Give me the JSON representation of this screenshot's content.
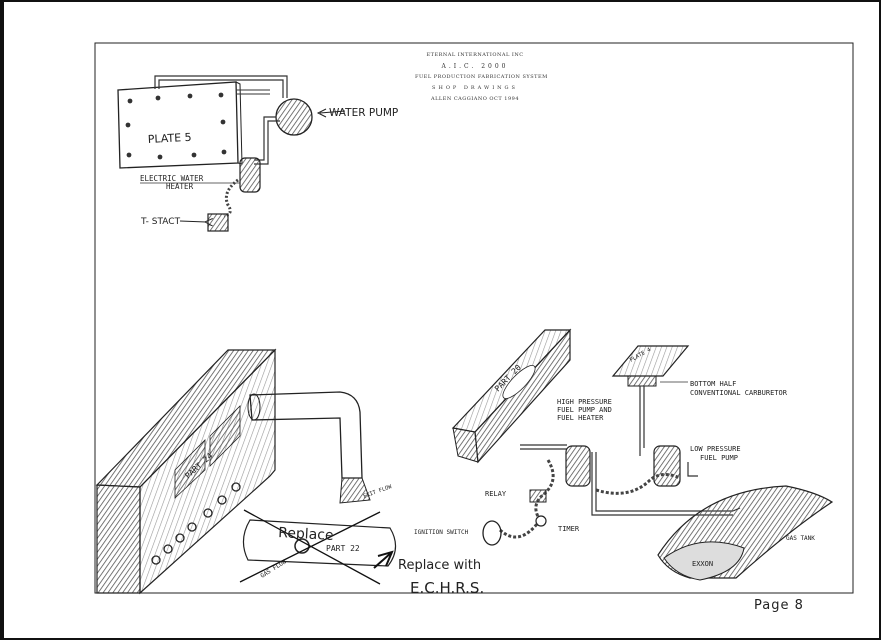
{
  "title_block": {
    "line1": "ETERNAL INTERNATIONAL INC",
    "line2": "A.I.C. 2000",
    "line3": "FUEL PRODUCTION FABRICATION SYSTEM",
    "line4": "SHOP DRAWINGS",
    "line5": "ALLEN CAGGIANO OCT 1994"
  },
  "labels": {
    "water_pump": "WATER PUMP",
    "plate5": "PLATE 5",
    "electric_water_heater_1": "ELECTRIC WATER",
    "electric_water_heater_2": "HEATER",
    "t_stact": "T- STACT",
    "part20": "PART 20",
    "plate4": "PLATE 4",
    "bottom_half_1": "BOTTOM HALF",
    "bottom_half_2": "CONVENTIONAL CARBURETOR",
    "hp_pump_1": "HIGH PRESSURE",
    "hp_pump_2": "FUEL PUMP AND",
    "hp_pump_3": "FUEL HEATER",
    "lp_pump_1": "LOW PRESSURE",
    "lp_pump_2": "FUEL PUMP",
    "relay": "RELAY",
    "ignition_switch": "IGNITION SWITCH",
    "timer": "TIMER",
    "gas_tank": "GAS TANK",
    "exxon": "EXXON",
    "part24": "PART 24",
    "part22": "PART 22",
    "replace": "Replace",
    "replace_with_1": "Replace with",
    "replace_with_2": "E.C.H.R.S.",
    "exit_flow": "EXIT FLOW",
    "gas_flow": "GAS FLOW",
    "page": "Page 8"
  }
}
